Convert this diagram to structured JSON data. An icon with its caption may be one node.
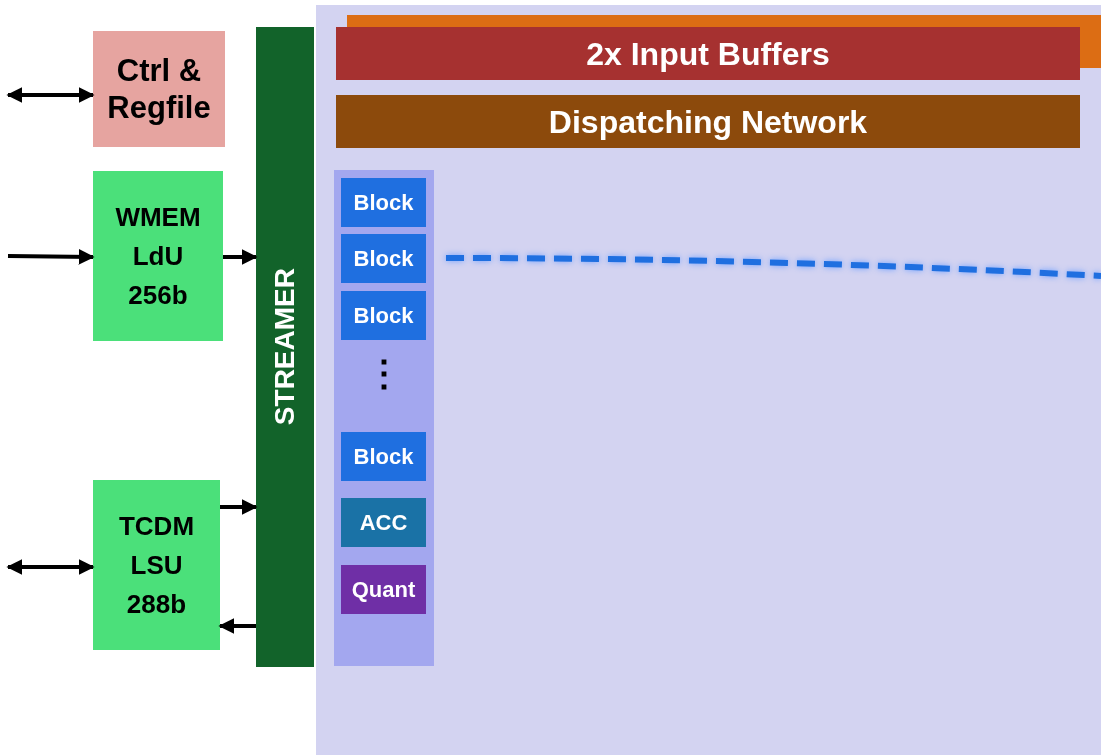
{
  "diagram": {
    "nodes": [
      {
        "text": [
          "Ctrl & Regfile"
        ]
      },
      {
        "text": [
          "WMEM LdU 256b"
        ]
      },
      {
        "text": [
          "TCDM LSU 288b"
        ]
      },
      {
        "text": [
          "STREAMER"
        ]
      },
      {
        "text": [],
        "shape": "box"
      },
      {
        "text": [
          "2x Input Buffers"
        ],
        "in": 4
      },
      {
        "text": [
          "Dispatching Network"
        ],
        "in": 4
      },
      {
        "text": [],
        "shape": "box",
        "in": 4
      },
      {
        "text": [
          "Block"
        ],
        "in": 7
      },
      {
        "text": [
          "Block"
        ],
        "in": 7
      },
      {
        "text": [
          "Block"
        ],
        "in": 7
      },
      {
        "text": [
          "Block"
        ],
        "in": 7
      },
      {
        "text": [
          "ACC"
        ],
        "in": 7
      },
      {
        "text": [
          "Quant"
        ],
        "in": 7
      }
    ],
    "edges": [
      {
        "from": null,
        "to": 0,
        "arrow": "both"
      },
      {
        "from": null,
        "to": 1,
        "arrow": "to"
      },
      {
        "from": 1,
        "to": 3,
        "arrow": "to"
      },
      {
        "from": 2,
        "to": 3,
        "arrow": "to"
      },
      {
        "from": 3,
        "to": 2,
        "arrow": "to"
      },
      {
        "from": null,
        "to": 2,
        "arrow": "both"
      },
      {
        "from": 9,
        "to": null,
        "arrow": "none",
        "style": "dashed",
        "color": "#1f6fe0"
      }
    ],
    "labels": [
      "⋮"
    ]
  }
}
